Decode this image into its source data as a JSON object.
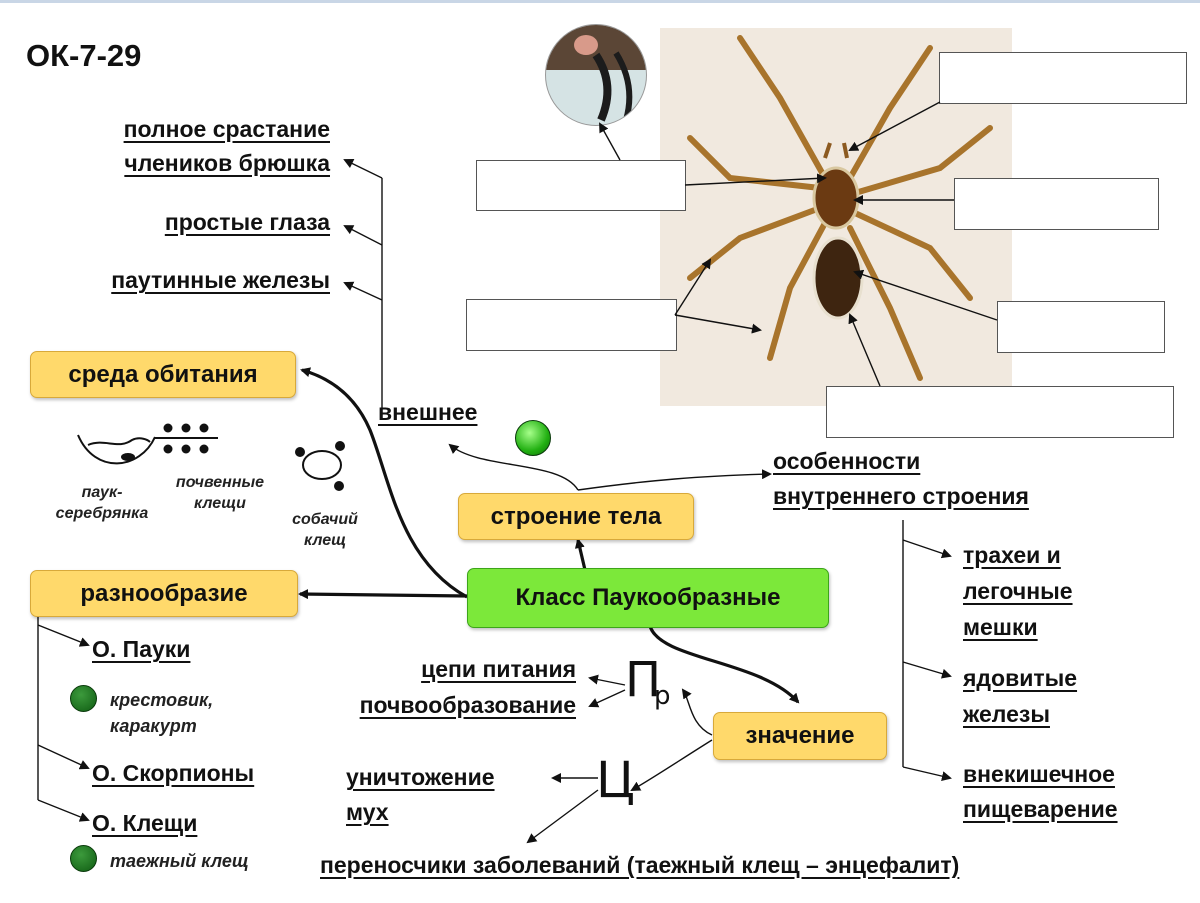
{
  "title": "ОК-7-29",
  "external_features": [
    "полное срастание",
    "члеников брюшка",
    "простые глаза",
    "паутинные железы"
  ],
  "nodes": {
    "center": "Класс Паукообразные",
    "habitat": "среда обитания",
    "diversity": "разнообразие",
    "body_structure": "строение тела",
    "significance": "значение"
  },
  "external_label": "внешнее",
  "internal": {
    "heading_line1": "особенности",
    "heading_line2": "внутреннего строения",
    "items": [
      [
        "трахеи и",
        "легочные",
        "мешки"
      ],
      [
        "ядовитые",
        "железы"
      ],
      [
        "внекишечное",
        "пищеварение"
      ]
    ]
  },
  "habitat_examples": {
    "water_spider": [
      "паук-",
      "серебрянка"
    ],
    "soil_mites": [
      "почвенные",
      "клещи"
    ],
    "dog_tick": [
      "собачий",
      "клещ"
    ]
  },
  "orders": [
    {
      "name": "О. Пауки",
      "examples": [
        "крестовик,",
        "каракурт"
      ]
    },
    {
      "name": "О. Скорпионы",
      "examples": []
    },
    {
      "name": "О. Клещи",
      "examples": [
        "таежный клещ"
      ]
    }
  ],
  "significance": {
    "positive_symbol": "П",
    "positive_suffix": "р",
    "positive_items": [
      "цепи питания",
      "почвообразование"
    ],
    "negative_symbol": "Ц",
    "negative_items": [
      "уничтожение",
      "мух"
    ],
    "disease": "переносчики заболеваний (таежный клещ – энцефалит)"
  },
  "colors": {
    "node_fill": "#ffd96b",
    "center_fill": "#7ce83a",
    "example_dot": "#1d7a1f"
  }
}
